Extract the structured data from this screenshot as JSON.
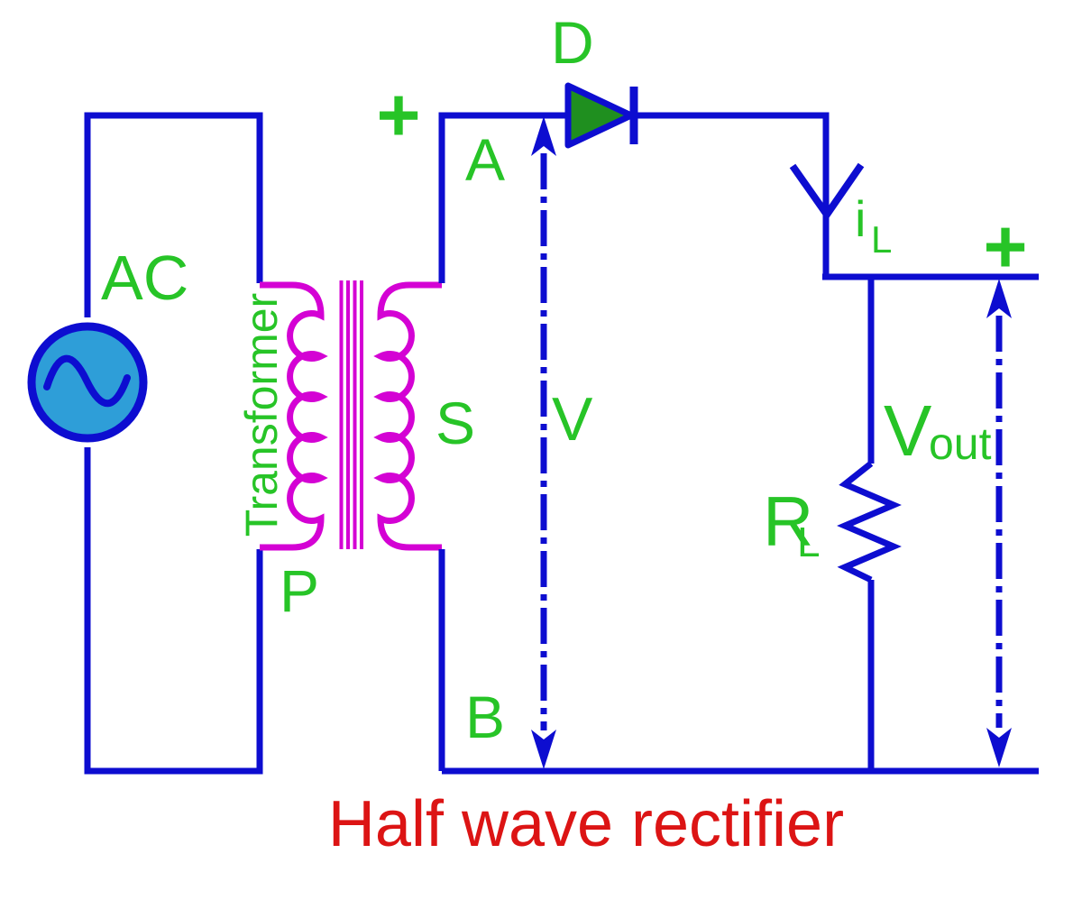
{
  "title": {
    "text": "Half wave rectifier"
  },
  "labels": {
    "source": "AC",
    "transformer": "Transformer",
    "primary_winding": "P",
    "secondary_winding": "S",
    "node_top": "A",
    "node_bottom": "B",
    "diode": "D",
    "secondary_voltage": "V",
    "polarity_secondary": "+",
    "polarity_output": "+",
    "load_current": {
      "base": "i",
      "sub": "L"
    },
    "output_voltage": {
      "base": "V",
      "sub": "out"
    },
    "load_resistor": {
      "base": "R",
      "sub": "L"
    }
  },
  "colors": {
    "wire_blue": "#0d0dd0",
    "ac_source_fill": "#2e9ed8",
    "transformer_magenta": "#d402d4",
    "label_green": "#27c427",
    "diode_fill_green": "#1f8f1f",
    "title_red": "#dc1414",
    "background": "#ffffff"
  }
}
